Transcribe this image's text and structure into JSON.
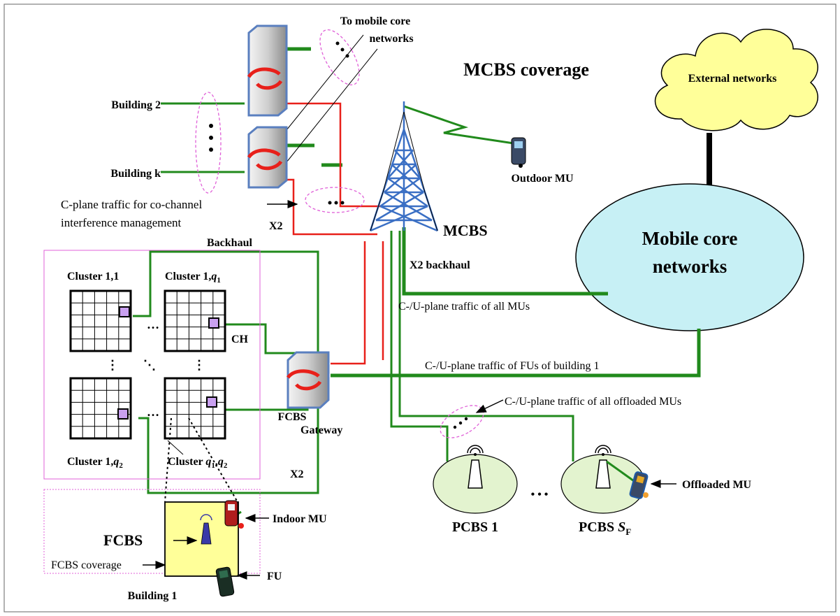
{
  "labels": {
    "to_core_line1": "To mobile core",
    "to_core_line2": "networks",
    "mcbs_coverage": "MCBS coverage",
    "external_networks": "External networks",
    "building2": "Building 2",
    "buildingk": "Building k",
    "cplane_line1": "C-plane traffic for co-channel",
    "cplane_line2": "interference management",
    "x2_top": "X2",
    "mcbs": "MCBS",
    "outdoor_mu": "Outdoor MU",
    "mobile_core_line1": "Mobile core",
    "mobile_core_line2": "networks",
    "backhaul": "Backhaul",
    "x2_backhaul": "X2 backhaul",
    "cluster_11": "Cluster 1,1",
    "cluster_1q1_prefix": "Cluster 1,",
    "cluster_1q2_prefix": "Cluster 1,",
    "cluster_q1q2_prefix": "Cluster ",
    "q": "q",
    "sub1": "1",
    "sub2": "2",
    "comma": ",",
    "ch": "CH",
    "traffic_all_mus": "C-/U-plane traffic of all MUs",
    "traffic_fus_b1": "C-/U-plane traffic of FUs of building 1",
    "traffic_offloaded": "C-/U-plane traffic of all offloaded MUs",
    "fcbs_gateway_line1": "FCBS",
    "fcbs_gateway_line2": "Gateway",
    "x2_bottom": "X2",
    "fcbs": "FCBS",
    "indoor_mu": "Indoor MU",
    "fu": "FU",
    "fcbs_coverage": "FCBS coverage",
    "building1": "Building 1",
    "pcbs1": "PCBS 1",
    "pcbs_sf_prefix": "PCBS ",
    "pcbs_sf_s": "S",
    "pcbs_sf_sub": "F",
    "offloaded_mu": "Offloaded  MU",
    "hdots": "…",
    "vdots": "⋮",
    "ddots": "⋱",
    "big_dots": "• • •"
  },
  "colors": {
    "green": "#218a1c",
    "red": "#e8201a",
    "magenta": "#e060d8",
    "cloud": "#ffff99",
    "ellipse_core": "#c7f0f5",
    "pcbs_fill": "#e3f3cf",
    "building1_fill": "#ffff99",
    "ch_fill": "#c9a0f0"
  }
}
